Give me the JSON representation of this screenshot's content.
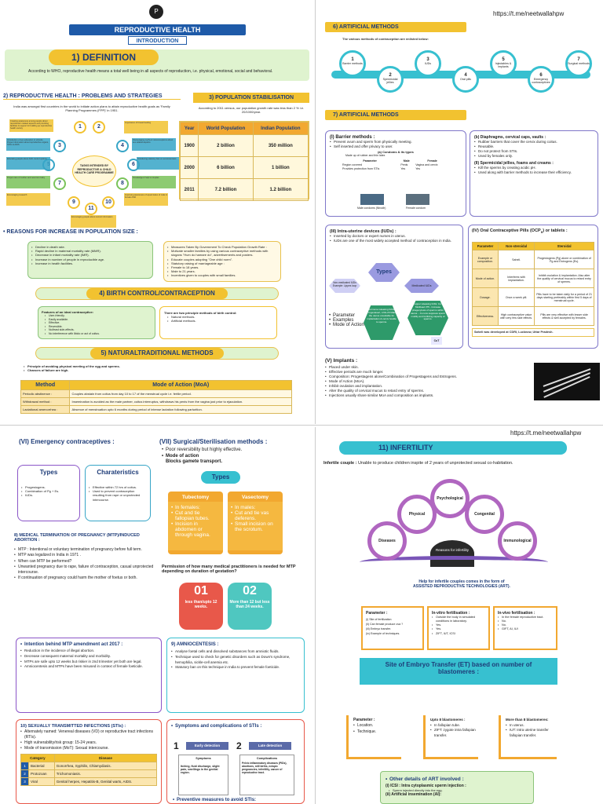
{
  "q1": {
    "main_title": "REPRODUCTIVE HEALTH",
    "intro": "INTRODUCTION",
    "def_title": "1) DEFINITION",
    "def_text": "According to WHO, reproductive health means a total well being in all aspects of reproduction, i.e. physical, emotional, social and behavioral.",
    "s2_title": "2) REPRODUCTIVE HEALTH : PROBLEMS AND STRATEGIES",
    "s2_text": "India was amongst first countries in the world to initiate action plans to attain reproductive health goals as 'Family Planning Programmes (FPP)' in 1951.",
    "center_node": "TASKS INTENDED BY REPRODUCTIVE & CHILD HEALTH CARE PROGRAMME",
    "nodes": [
      "1",
      "2",
      "3",
      "4",
      "5",
      "6",
      "7",
      "8",
      "9",
      "10",
      "11"
    ],
    "node_texts": [
      "Creating awareness among people about reproduction related aspects and providing facilities & support for building up reproductive health society",
      "Importance of breast feeding",
      "Introduction of sex education in schools. Proper information about reproductive organs, STDs & AIDS",
      "Discouraging myths & misconceptions about sex-related aspects",
      "Educating people about birth control options",
      "Introducing statutory ban on amniocentesis",
      "Proper care of mother and new born baby",
      "Knowledge & help to couples",
      "Encouraging research",
      "Improving awareness of equal status of male & female child",
      "Encouraging people about correct information"
    ],
    "s3_title": "3) POPULATION STABILISATION",
    "s3_text": "According to 2011 census, our population growth rate was less than 2 % i.e. 20/1000/year.",
    "pop_headers": [
      "Year",
      "World Population",
      "Indian Population"
    ],
    "pop_rows": [
      [
        "1900",
        "2 billion",
        "350 million"
      ],
      [
        "2000",
        "6 billion",
        "1 billion"
      ],
      [
        "2011",
        "7.2 billion",
        "1.2 billion"
      ]
    ],
    "reasons_title": "• REASONS FOR INCREASE IN POPULATION SIZE :",
    "reasons_list": [
      "Decline in death rate.",
      "Rapid decline in maternal mortality rate (MMR).",
      "Decrease in infant mortality rate (IMR).",
      "Increase in number of people in reproducible age.",
      "Increase in health facilities."
    ],
    "measures_list": [
      "Measures Taken By Government To Check Population Growth Rate :",
      "Motivate smaller families by using various contraceptive methods with slogans \"Hum do hamare do\", advertisements and posters.",
      "Educate couples adopting \"One child norm\".",
      "Statutory raising of marriageable age :",
      "Female to 18 years.",
      "Male to 21 years.",
      "Incentives given to couples with small families."
    ],
    "s4_title": "4) BIRTH CONTROL/CONTRACEPTION",
    "ideal_title": "Features of an ideal contraceptive:",
    "ideal_list": [
      "User-friendly.",
      "Easily available.",
      "Effective.",
      "Reversible.",
      "No/least side-effects.",
      "No interference with libido or act of coitus."
    ],
    "principle_title": "There are two principle methods of birth control:",
    "principle_list": [
      "Natural methods.",
      "Artificial methods."
    ],
    "s5_title": "5) NATURALTRADITIONAL METHODS",
    "s5_points": [
      "Principle of avoiding physical meeting of the egg and sperms.",
      "Chances of failure are high."
    ],
    "moa_headers": [
      "Method",
      "Mode of Action (MoA)"
    ],
    "moa_rows": [
      [
        "Periodic abstinence :",
        "Couples abstain from coitus from day 10 to 17 of the menstrual cycle i.e. fertile period."
      ],
      [
        "Withdrawal method :",
        "Insemination is avoided as the male partner, coitus interruptus, withdraws his penis from the vagina just prior to ejaculation."
      ],
      [
        "Lactational amenorrhea :",
        "Absence of menstruation upto 6 months during period of intense lactation following parturition."
      ]
    ]
  },
  "q2": {
    "url": "https://t.me/neetwallahpw",
    "s6_title": "6)  ARTIFICIAL METHODS",
    "s6_text": "The various methods of contraception are enlisted below:",
    "art_items": [
      {
        "n": "1",
        "label": "Barrier methods"
      },
      {
        "n": "2",
        "label": "Spermicidal jellies"
      },
      {
        "n": "3",
        "label": "IUDs"
      },
      {
        "n": "4",
        "label": "Oral pills"
      },
      {
        "n": "5",
        "label": "Injectables & implants"
      },
      {
        "n": "6",
        "label": "Emergency contraceptives"
      },
      {
        "n": "7",
        "label": "Surgical methods"
      }
    ],
    "s7_title": "7)  ARTIFICIAL METHODS",
    "barrier_title": "(I)  Barrier methods :",
    "barrier_list": [
      "Prevent ovum and sperm from physically meeting.",
      "Self inserted and offer privacy to user."
    ],
    "condom_title": "(a) Condoms & its types",
    "condom_sub": "Made up of rubber and thin latex",
    "condom_headers": [
      "Parameter",
      "Male",
      "Female"
    ],
    "condom_rows": [
      [
        "Region covered",
        "Penis",
        "Vagina and cervix"
      ],
      [
        "Provides protection from STIs",
        "Yes",
        "Yes"
      ]
    ],
    "condom_male_cap": "Male condoms (Nirodh)",
    "condom_female_cap": "Female condom",
    "diaph_title": "(b)  Diaphragms, cervical caps, vaults :",
    "diaph_list": [
      "Rubber barriers that cover the cervix during coitus.",
      "Reusable.",
      "Do not protect from STIs.",
      "Used by females only."
    ],
    "sperm_title": "(II)  Spermicidal jellies, foams and creams :",
    "sperm_list": [
      "Kill the sperms by creating acidic pH.",
      "Used along with barrier methods to increase their efficiency."
    ],
    "iud_title": "(III) Intra-uterine devices (IUDs) :",
    "iud_list": [
      "Inserted by doctors or expert nurses in uterus.",
      "IUDs are one of the most widely accepted method of contraception in India."
    ],
    "iud_types": "Types",
    "iud_nonmed": "Non-medicated IUDs Example: Lippes loop",
    "iud_med": "Medicated IUDs",
    "iud_params": [
      "Parameter",
      "Examples",
      "Mode of Action"
    ],
    "iud_hormone": "Hormone releasing IUDs: Progestasert, LNG-20 Make the uterus unsuitable for implantation & cervix hostile to sperms.",
    "iud_copper": "Copper releasing IUDs: CuT, Multiload 375 - Increase phagocytosis of sperms within uterus. - Cu ions suppress sperm motility and fertilizing capacity of sperms.",
    "iud_cut": "CuT",
    "ocp_title": "(IV) Oral Contraceptive Pills (OCP",
    "ocp_sub": "s",
    "ocp_title2": ") or tablets :",
    "ocp_headers": [
      "Parameter",
      "Non-steroidal",
      "Steroidal"
    ],
    "ocp_rows": [
      [
        "Example or composition.",
        "Saheli.",
        "Progestogens (Pg) alone or combination of Pg and Estrogens (Es)."
      ],
      [
        "Mode of action.",
        "Interferes with implantation.",
        "Inhibit ovulation & implantation. Also alter the quality of cervical mucus to retard entry of sperms."
      ],
      [
        "Dosage.",
        "Once a week pill.",
        "Pills have to be taken daily for a period of 21 days starting preferably within first 5 days of menstrual cycle."
      ],
      [
        "Effectiveness.",
        "High contraceptive value with very few side effects.",
        "Pills are very effective with lesser side effects & well accepted by females."
      ]
    ],
    "saheli_note": "Saheli was developed at CDRI, Lucknow, Uttar Pradesh.",
    "implant_title": "(V)  Implants :",
    "implant_list": [
      "Placed under skin.",
      "Effective periods are much longer.",
      "Composition: Progestagens alone/Combination of Progestagens and Estrogens.",
      "Mode of Action (MoA).",
      "Inhibit ovulation and implantation.",
      "Alter the quality of cervical mucus to retard entry of sperms.",
      "Injections usually share similar MoA and composition as implants."
    ]
  },
  "q3": {
    "vi_title": "(VI)  Emergency contraceptives :",
    "types": "Types",
    "types_list": [
      "Progestogens.",
      "Combination of Pg + Es.",
      "IUDs."
    ],
    "char": "Charateristics",
    "char_list": [
      "Effective within 72 hrs of coitus.",
      "Used to prevent contraception resulting from rape or unprotected intercourse."
    ],
    "vii_title": "(VII)  Surgical/Sterilisation methods :",
    "vii_list": [
      "Poor reversibility but highly effective."
    ],
    "vii_moa": "Mode of action",
    "vii_moa_text": "Blocks gamete transport.",
    "types2": "Types",
    "tubectomy": "Tubectomy",
    "tubectomy_list": [
      "In females:",
      "Cut and tie fallopian tubes.",
      "Incision in abdomen or through vagina."
    ],
    "vasectomy": "Vasectomy",
    "vasectomy_list": [
      "In males:",
      "Cut and tie vas deferens.",
      "Small incision on the scrotum."
    ],
    "mtp_title": "8) MEDICAL TERMINATION OF PREGNANCY (MTP)/INDUCED ABORTION :",
    "mtp_list": [
      "MTP : Intentional or voluntary termination of pregnancy before full term.",
      "MTP was legalized in India in 1971 .",
      "When can MTP be performed?",
      "Unwanted pregnancy due to rape, failure of contraception, casual unprotected intercourse.",
      "If continuation of pregnancy could harm the mother of foetus or both."
    ],
    "perm_title": "Permission of how many medical practitioners is needed for MTP depending on duration of gestation?",
    "n01": "01",
    "n01_text": "less than/upto 12 weeks.",
    "n02": "02",
    "n02_text": "More than 12 but less than 24 weeks.",
    "intent_title": "Intention behind MTP amendment act 2017 :",
    "intent_list": [
      "Reduction in the incidence of illegal abortion.",
      "Decrease consequent maternal mortality and morbidity.",
      "MTPs are safe upto 12 weeks but riskier in 2nd trimester yet both are legal.",
      "Amniocentesis and MTPs have been misused in context of female foeticide."
    ],
    "amnio_title": "9)  AMNIOCENTESIS :",
    "amnio_list": [
      "Analyse foetal cells and dissolved substances from amniotic fluids.",
      "Technique used to check for genetic disorders such as Down's syndrome, hemophilia, sickle-cell anemia etc.",
      "Statutory ban on this technique in India to prevent female foeticide."
    ],
    "sti_title": "10)  SEXUALLY TRANSMITTED INFECTIONS (STIs) :",
    "sti_list": [
      "Alternately named: Venereal diseases (VD) or reproductive tract infections (RTIs).",
      "High vulnerability/risk group: 15-24 years.",
      "Mode of transmission (MoT): Sexual intercourse."
    ],
    "sti_headers": [
      "Category",
      "Disease"
    ],
    "sti_rows": [
      [
        "1",
        "Bacterial",
        "Gonorrhea, Syphilis, Chlamydiasis."
      ],
      [
        "2",
        "Protozoan",
        "Trichomoniasis."
      ],
      [
        "3",
        "Viral",
        "Genital herpes, Hepatitis-B, Genital warts, AIDS."
      ]
    ],
    "symp_title": "Symptoms and complications of STIs :",
    "early": "Early detection",
    "late": "Late detection",
    "symptoms": "Symptoms",
    "symptoms_text": "Itching, fluid discharge, slight pain, swellings in the genital region.",
    "complications": "Complications",
    "complications_text": "Pelvic inflammatory diseases (PIDs), abortions, still births, ectopic pregnancies, infertility, cancer of reproductive tract.",
    "prev_title": "Preventive measures to avoid STIs:"
  },
  "q4": {
    "url": "https://t.me/neetwallahpw",
    "s11_title": "11)   INFERTILITY",
    "couple_label": "Infertile couple :",
    "couple_text": "Unable to produce children inspite of 2 years of unprotected sexual co-habitation.",
    "reasons_center": "Reasons for infertility",
    "reason_nodes": [
      "Psychological",
      "Physical",
      "Congenital",
      "Diseases",
      "Immunological"
    ],
    "art_help": "Help for infertile couples comes in the form of",
    "art_help2": "ASSISTED REPRODUCTIVE TECHNOLOGIES (ART).",
    "param_title": "Parameter :",
    "param_list": [
      "(i)  Site of fertilization",
      "(ii)  Can female produce ova ?",
      "(iii)  Embryo transfer.",
      "(iv)  Example of techniques."
    ],
    "invitro_title": "In-vitro fertilisation :",
    "invitro_list": [
      "Outside the body in simulated conditions in laboratory.",
      "Yes.",
      "Yes.",
      "ZIFT, IUT, ICSI"
    ],
    "invivo_title": "In-vivo fertilisation :",
    "invivo_list": [
      "In the female reproductive tract.",
      "No.",
      "No.",
      "GIFT, AI, IUI"
    ],
    "et_title": "Site of Embryo Transfer (ET) based on number of blastomeres :",
    "et_param_title": "Parameter :",
    "et_param_list": [
      "Location.",
      "Technique."
    ],
    "upto8_title": "Upto 8 blastomeres :",
    "upto8_list": [
      "In fallopian tube.",
      "ZIFT: zygote intra fallopian transfer."
    ],
    "more8_title": "More than 8 blastomeres:",
    "more8_list": [
      "In uterus.",
      "IUT: Intra uterine transfer fallopian transfer."
    ],
    "other_title": "Other details of ART involved :",
    "icsi": "(i) ICSI : Intra cytoplasmic sperm injection :",
    "icsi_list": [
      "Sperm injected directly into the egg."
    ],
    "ai": "(ii) Artificial insemination (AI):"
  }
}
